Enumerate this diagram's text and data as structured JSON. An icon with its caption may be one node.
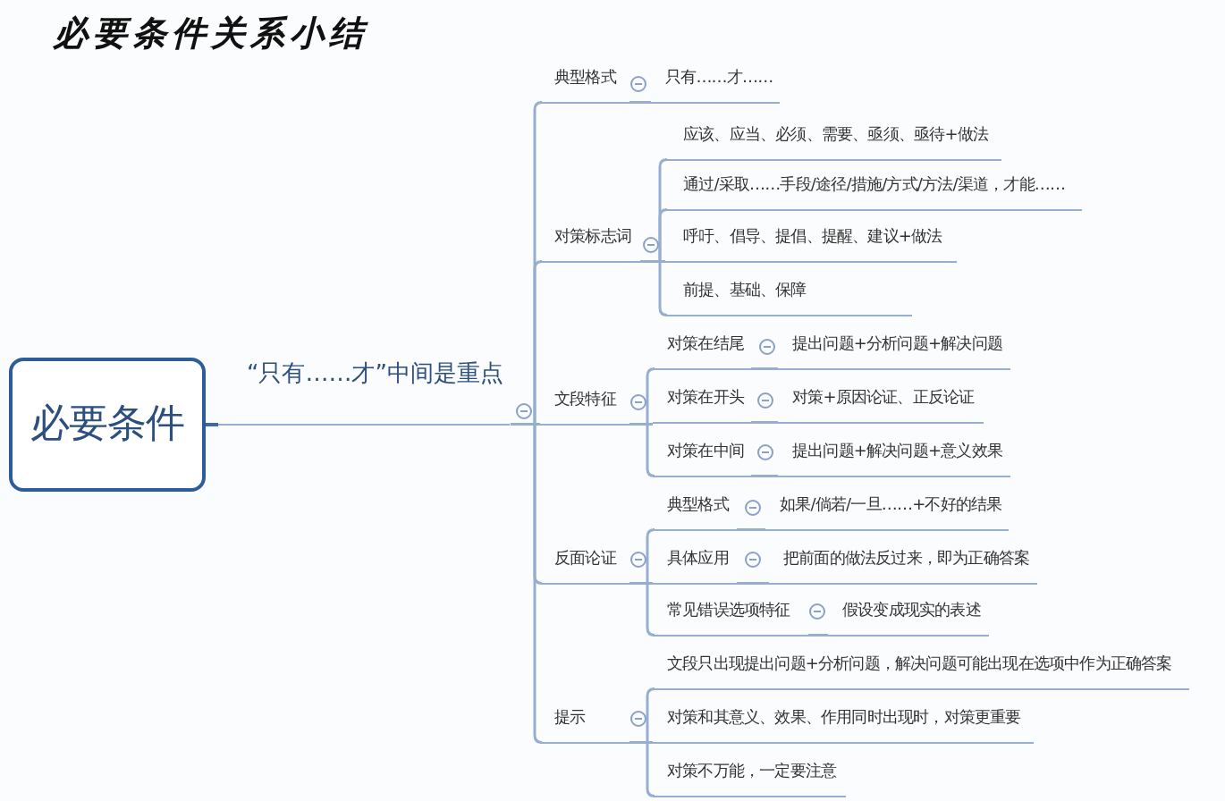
{
  "diagram": {
    "title": "必要条件关系小结",
    "nodes": [
      {
        "text": [
          "必要条件"
        ]
      },
      {
        "text": [
          "“只有……才”中间是重点"
        ]
      },
      {
        "text": [
          "典型格式"
        ]
      },
      {
        "text": [
          "只有……才……"
        ]
      },
      {
        "text": [
          "对策标志词"
        ]
      },
      {
        "text": [
          "应该、应当、必须、需要、亟须、亟待+做法"
        ]
      },
      {
        "text": [
          "通过/采取……手段/途径/措施/方式/方法/渠道，才能……"
        ]
      },
      {
        "text": [
          "呼吁、倡导、提倡、提醒、建议+做法"
        ]
      },
      {
        "text": [
          "前提、基础、保障"
        ]
      },
      {
        "text": [
          "文段特征"
        ]
      },
      {
        "text": [
          "对策在结尾"
        ]
      },
      {
        "text": [
          "提出问题+分析问题+解决问题"
        ]
      },
      {
        "text": [
          "对策在开头"
        ]
      },
      {
        "text": [
          "对策+原因论证、正反论证"
        ]
      },
      {
        "text": [
          "对策在中间"
        ]
      },
      {
        "text": [
          "提出问题+解决问题+意义效果"
        ]
      },
      {
        "text": [
          "反面论证"
        ]
      },
      {
        "text": [
          "典型格式"
        ]
      },
      {
        "text": [
          "如果/倘若/一旦……+不好的结果"
        ]
      },
      {
        "text": [
          "具体应用"
        ]
      },
      {
        "text": [
          "把前面的做法反过来，即为正确答案"
        ]
      },
      {
        "text": [
          "常见错误选项特征"
        ]
      },
      {
        "text": [
          "假设变成现实的表述"
        ]
      },
      {
        "text": [
          "提示"
        ]
      },
      {
        "text": [
          "文段只出现提出问题+分析问题，解决问题可能出现在选项中作为正确答案"
        ]
      },
      {
        "text": [
          "对策和其意义、效果、作用同时出现时，对策更重要"
        ]
      },
      {
        "text": [
          "对策不万能，一定要注意"
        ]
      }
    ],
    "edges": [
      {
        "from": 0,
        "to": 1,
        "arrow": "none",
        "color": "#3d6aa5"
      },
      {
        "from": 1,
        "to": 2,
        "arrow": "none"
      },
      {
        "from": 1,
        "to": 4,
        "arrow": "none"
      },
      {
        "from": 1,
        "to": 9,
        "arrow": "none"
      },
      {
        "from": 1,
        "to": 16,
        "arrow": "none"
      },
      {
        "from": 1,
        "to": 23,
        "arrow": "none"
      },
      {
        "from": 2,
        "to": 3,
        "arrow": "none"
      },
      {
        "from": 4,
        "to": 5,
        "arrow": "none"
      },
      {
        "from": 4,
        "to": 6,
        "arrow": "none"
      },
      {
        "from": 4,
        "to": 7,
        "arrow": "none"
      },
      {
        "from": 4,
        "to": 8,
        "arrow": "none"
      },
      {
        "from": 9,
        "to": 10,
        "arrow": "none"
      },
      {
        "from": 9,
        "to": 12,
        "arrow": "none"
      },
      {
        "from": 9,
        "to": 14,
        "arrow": "none"
      },
      {
        "from": 10,
        "to": 11,
        "arrow": "none"
      },
      {
        "from": 12,
        "to": 13,
        "arrow": "none"
      },
      {
        "from": 14,
        "to": 15,
        "arrow": "none"
      },
      {
        "from": 16,
        "to": 17,
        "arrow": "none"
      },
      {
        "from": 16,
        "to": 19,
        "arrow": "none"
      },
      {
        "from": 16,
        "to": 21,
        "arrow": "none"
      },
      {
        "from": 17,
        "to": 18,
        "arrow": "none"
      },
      {
        "from": 19,
        "to": 20,
        "arrow": "none"
      },
      {
        "from": 21,
        "to": 22,
        "arrow": "none"
      },
      {
        "from": 23,
        "to": 24,
        "arrow": "none"
      },
      {
        "from": 23,
        "to": 25,
        "arrow": "none"
      },
      {
        "from": 23,
        "to": 26,
        "arrow": "none"
      }
    ]
  }
}
